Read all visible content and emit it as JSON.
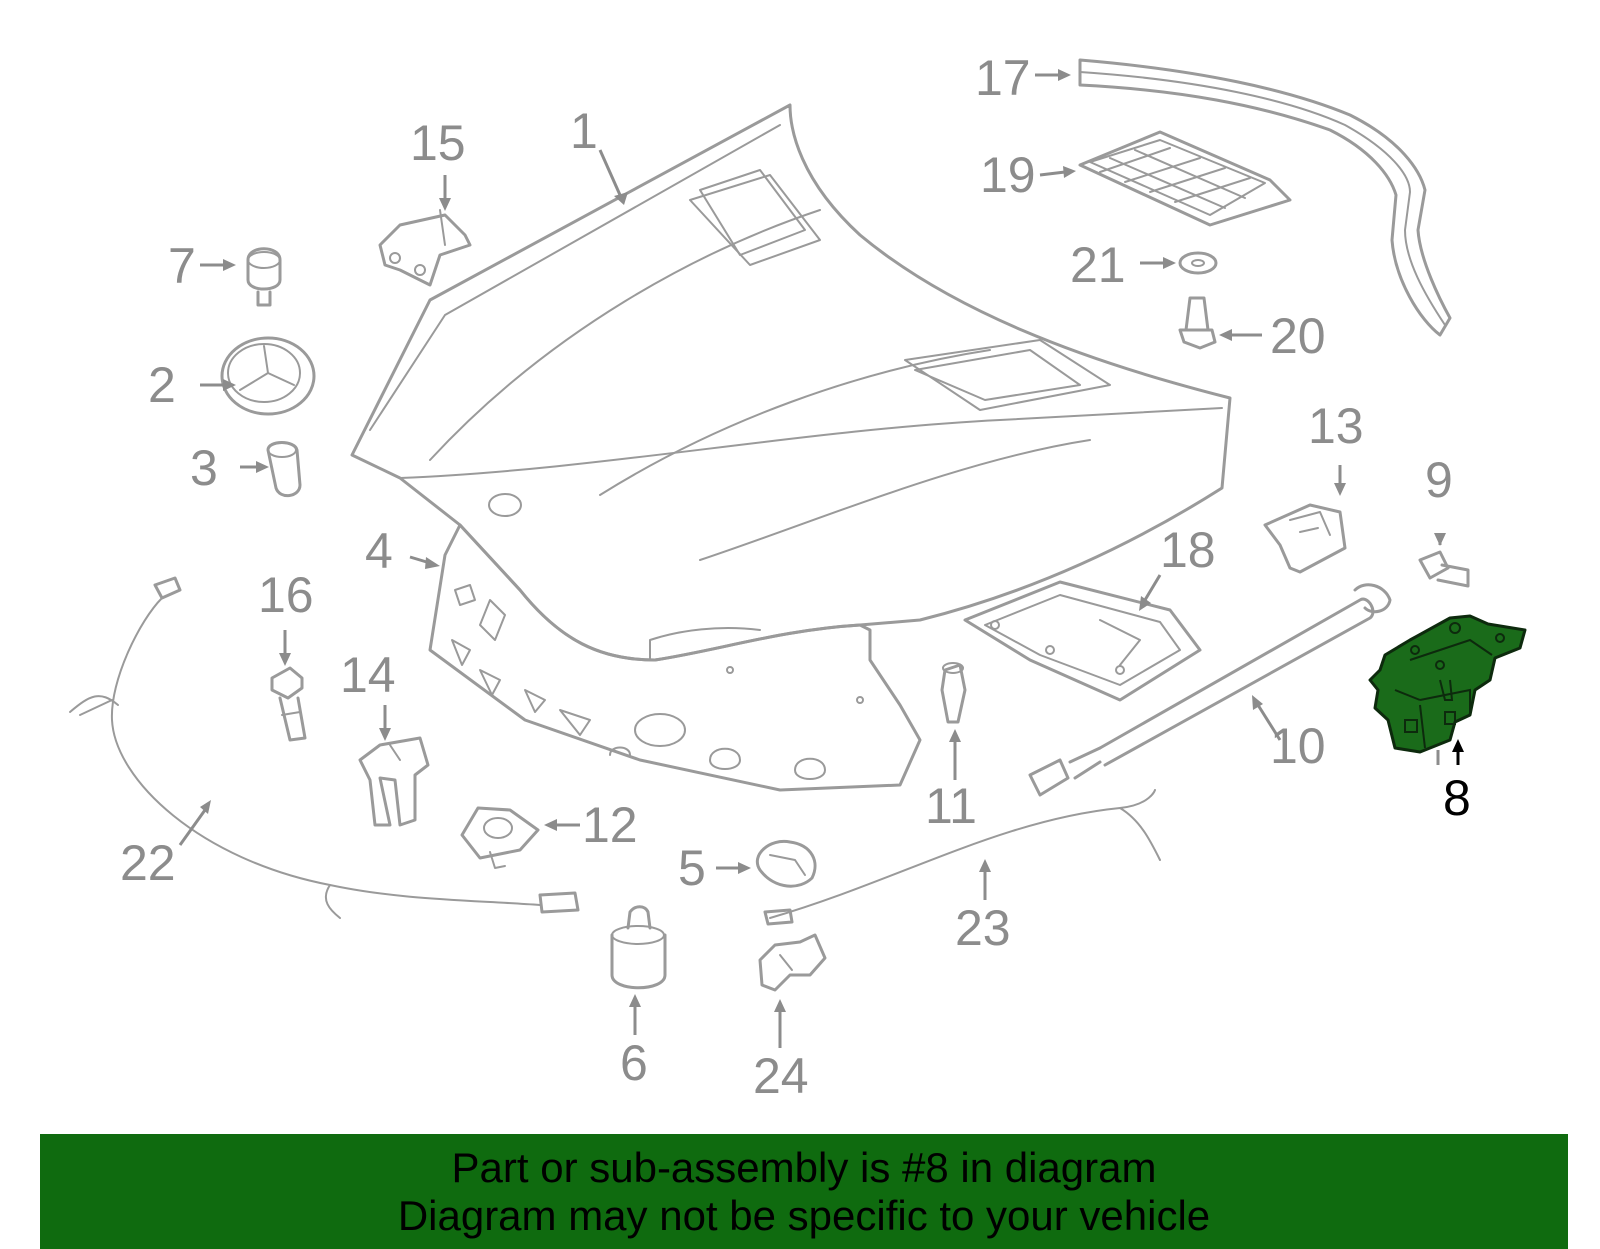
{
  "diagram": {
    "highlight_color": "#1a6b1a",
    "line_color": "#9a9a9a",
    "callouts": {
      "c1": "1",
      "c2": "2",
      "c3": "3",
      "c4": "4",
      "c5": "5",
      "c6": "6",
      "c7": "7",
      "c8": "8",
      "c9": "9",
      "c10": "10",
      "c11": "11",
      "c12": "12",
      "c13": "13",
      "c14": "14",
      "c15": "15",
      "c16": "16",
      "c17": "17",
      "c18": "18",
      "c19": "19",
      "c20": "20",
      "c21": "21",
      "c22": "22",
      "c23": "23",
      "c24": "24"
    },
    "highlighted_part": "8"
  },
  "banner": {
    "color": "#0f6b0f",
    "line1": "Part or sub-assembly is #8 in diagram",
    "line2": "Diagram may not be specific to your vehicle"
  }
}
